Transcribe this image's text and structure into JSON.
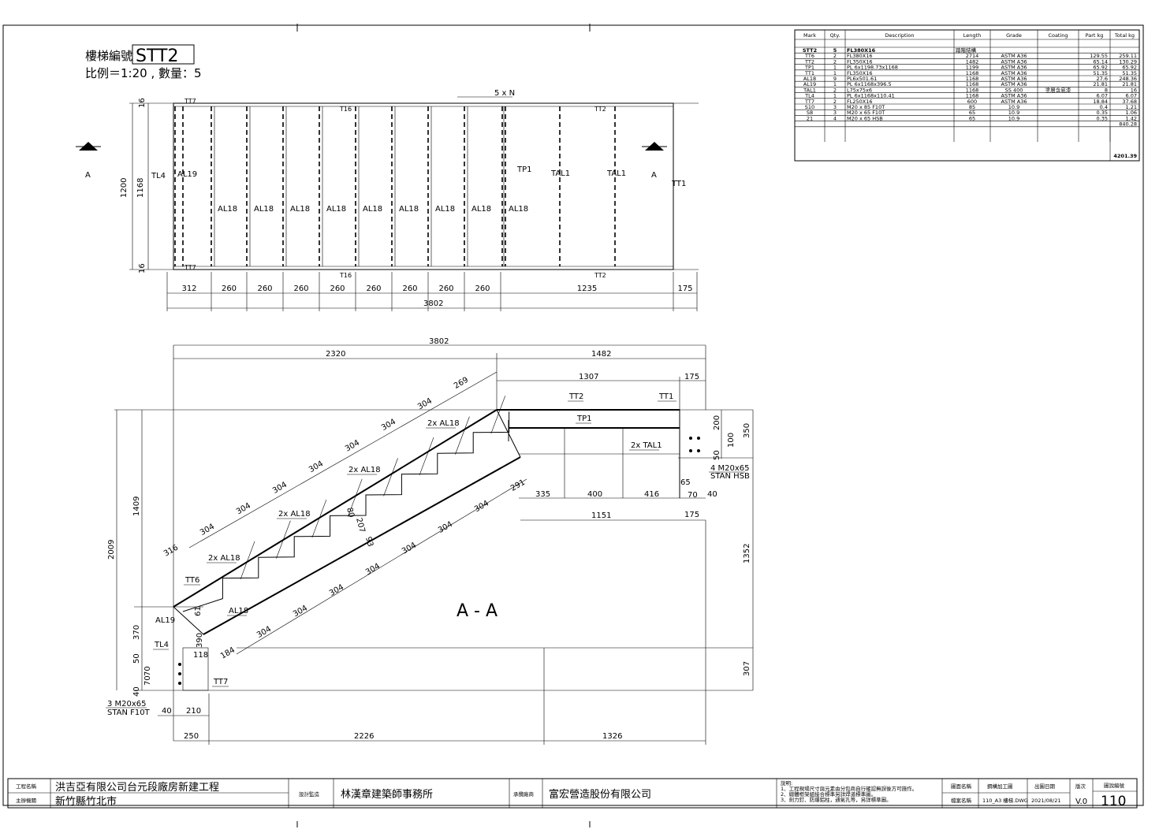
{
  "header": {
    "stair_label": "樓梯編號",
    "stair_id": "STT2",
    "scale_qty": "比例＝1:20 , 數量：5"
  },
  "bom": {
    "columns": [
      "Mark",
      "Qty.",
      "Description",
      "Length",
      "Grade",
      "Coating",
      "Part kg",
      "Total kg"
    ],
    "group": {
      "mark": "STT2",
      "qty": "5",
      "desc": "FL380X16",
      "length": "踏階結構"
    },
    "rows": [
      [
        "TT6",
        "2",
        "FL380X16",
        "2714",
        "ASTM A36",
        "",
        "129.55",
        "259.11"
      ],
      [
        "TT2",
        "2",
        "FL350X16",
        "1482",
        "ASTM A36",
        "",
        "65.14",
        "130.29"
      ],
      [
        "TP1",
        "1",
        "PL 6x1198.73x1168",
        "1199",
        "ASTM A36",
        "",
        "65.92",
        "65.92"
      ],
      [
        "TT1",
        "1",
        "FL350X16",
        "1168",
        "ASTM A36",
        "",
        "51.35",
        "51.35"
      ],
      [
        "AL18",
        "9",
        "PL6x501.61",
        "1168",
        "ASTM A36",
        "",
        "27.6",
        "248.36"
      ],
      [
        "AL19",
        "1",
        "PL 6x1168x396.5",
        "1168",
        "ASTM A36",
        "",
        "21.81",
        "21.81"
      ],
      [
        "TAL1",
        "2",
        "L75x75x6",
        "1168",
        "SS 400",
        "塗層含底漆",
        "8",
        "16"
      ],
      [
        "TL4",
        "1",
        "PL 6x1168x110.41",
        "1168",
        "ASTM A36",
        "",
        "6.07",
        "6.07"
      ],
      [
        "TT7",
        "2",
        "FL250X16",
        "600",
        "ASTM A36",
        "",
        "18.84",
        "37.68"
      ],
      [
        "S10",
        "3",
        "M20 x 85 F10T",
        "85",
        "10.9",
        "",
        "0.4",
        "1.21"
      ],
      [
        "S8",
        "3",
        "M20 x 65 F10T",
        "65",
        "10.9",
        "",
        "0.35",
        "1.06"
      ],
      [
        "21",
        "4",
        "M20 x 65 HSB",
        "65",
        "10.9",
        "",
        "0.35",
        "1.42"
      ]
    ],
    "subtotal": "840.28",
    "grand_total": "4201.39"
  },
  "plan_view": {
    "top_dim": "5 x N",
    "left_dims": [
      "16",
      "1168",
      "16",
      "1200"
    ],
    "labels": [
      "TT7",
      "TT7",
      "TL4",
      "AL19",
      "T16",
      "T16",
      "TT2",
      "TT2",
      "TP1",
      "TAL1",
      "TAL1",
      "TT1",
      "A",
      "A"
    ],
    "al18": "AL18",
    "bottom_dims": [
      "312",
      "260",
      "260",
      "260",
      "260",
      "260",
      "260",
      "260",
      "260",
      "1235",
      "175"
    ],
    "total": "3802"
  },
  "section_view": {
    "title": "A - A",
    "top_dims": {
      "total": "3802",
      "left": "2320",
      "right": "1482",
      "landing": "1307",
      "end": "175"
    },
    "tread_upper": [
      "316",
      "304",
      "304",
      "304",
      "304",
      "304",
      "304",
      "304",
      "269"
    ],
    "tread_lower": [
      "184",
      "304",
      "304",
      "304",
      "304",
      "304",
      "304",
      "304",
      "291"
    ],
    "labels": {
      "tt2": "TT2",
      "tt1": "TT1",
      "tp1": "TP1",
      "tal": "2x TAL1",
      "al18x2": "2x AL18",
      "tt6": "TT6",
      "al19": "AL19",
      "al18": "AL18",
      "tl4": "TL4",
      "tt7": "TT7",
      "bolt_hsb": "4 M20x65",
      "bolt_hsb2": "STAN HSB",
      "bolt_f10t": "3 M20x65",
      "bolt_f10t2": "STAN F10T"
    },
    "landing_dims": [
      "335",
      "400",
      "416",
      "70",
      "40",
      "1151",
      "175",
      "65"
    ],
    "right_dims": [
      "200",
      "350",
      "100",
      "50",
      "1352",
      "307"
    ],
    "left_dims": [
      "2009",
      "1409",
      "370",
      "50",
      "70",
      "70",
      "40"
    ],
    "small_dims": [
      "80",
      "207",
      "93",
      "61",
      "390",
      "118"
    ],
    "bottom_dims": [
      "40",
      "210",
      "250",
      "2226",
      "1326"
    ]
  },
  "title_block": {
    "project_label": "工程名稱",
    "project": "洪吉亞有限公司台元段廠房新建工程",
    "owner_label": "主辦機關",
    "owner": "新竹縣竹北市",
    "design_label": "設計監造",
    "design": "林漢章建築師事務所",
    "builder_label": "承攬廠商",
    "builder": "富宏營造股份有限公司",
    "notes": [
      "說明:",
      "1、工程現場尺寸與元素由分包商自行確認無誤後方可施作。",
      "2、總體框架組接合標準另詳焊道標準圖。",
      "3、劍力釘、防爆鋁柱，通氣孔等，另詳標準圖。"
    ],
    "drawing_name_label": "圖面名稱",
    "drawing_name": "鋼構加工圖",
    "file_label": "檔案名稱",
    "file": "110_A3 樓梯.DWG",
    "date_label": "出圖日期",
    "date": "2021/08/21",
    "rev_label": "版次",
    "rev": "V.0",
    "no_label": "圖說編號",
    "no": "110"
  }
}
